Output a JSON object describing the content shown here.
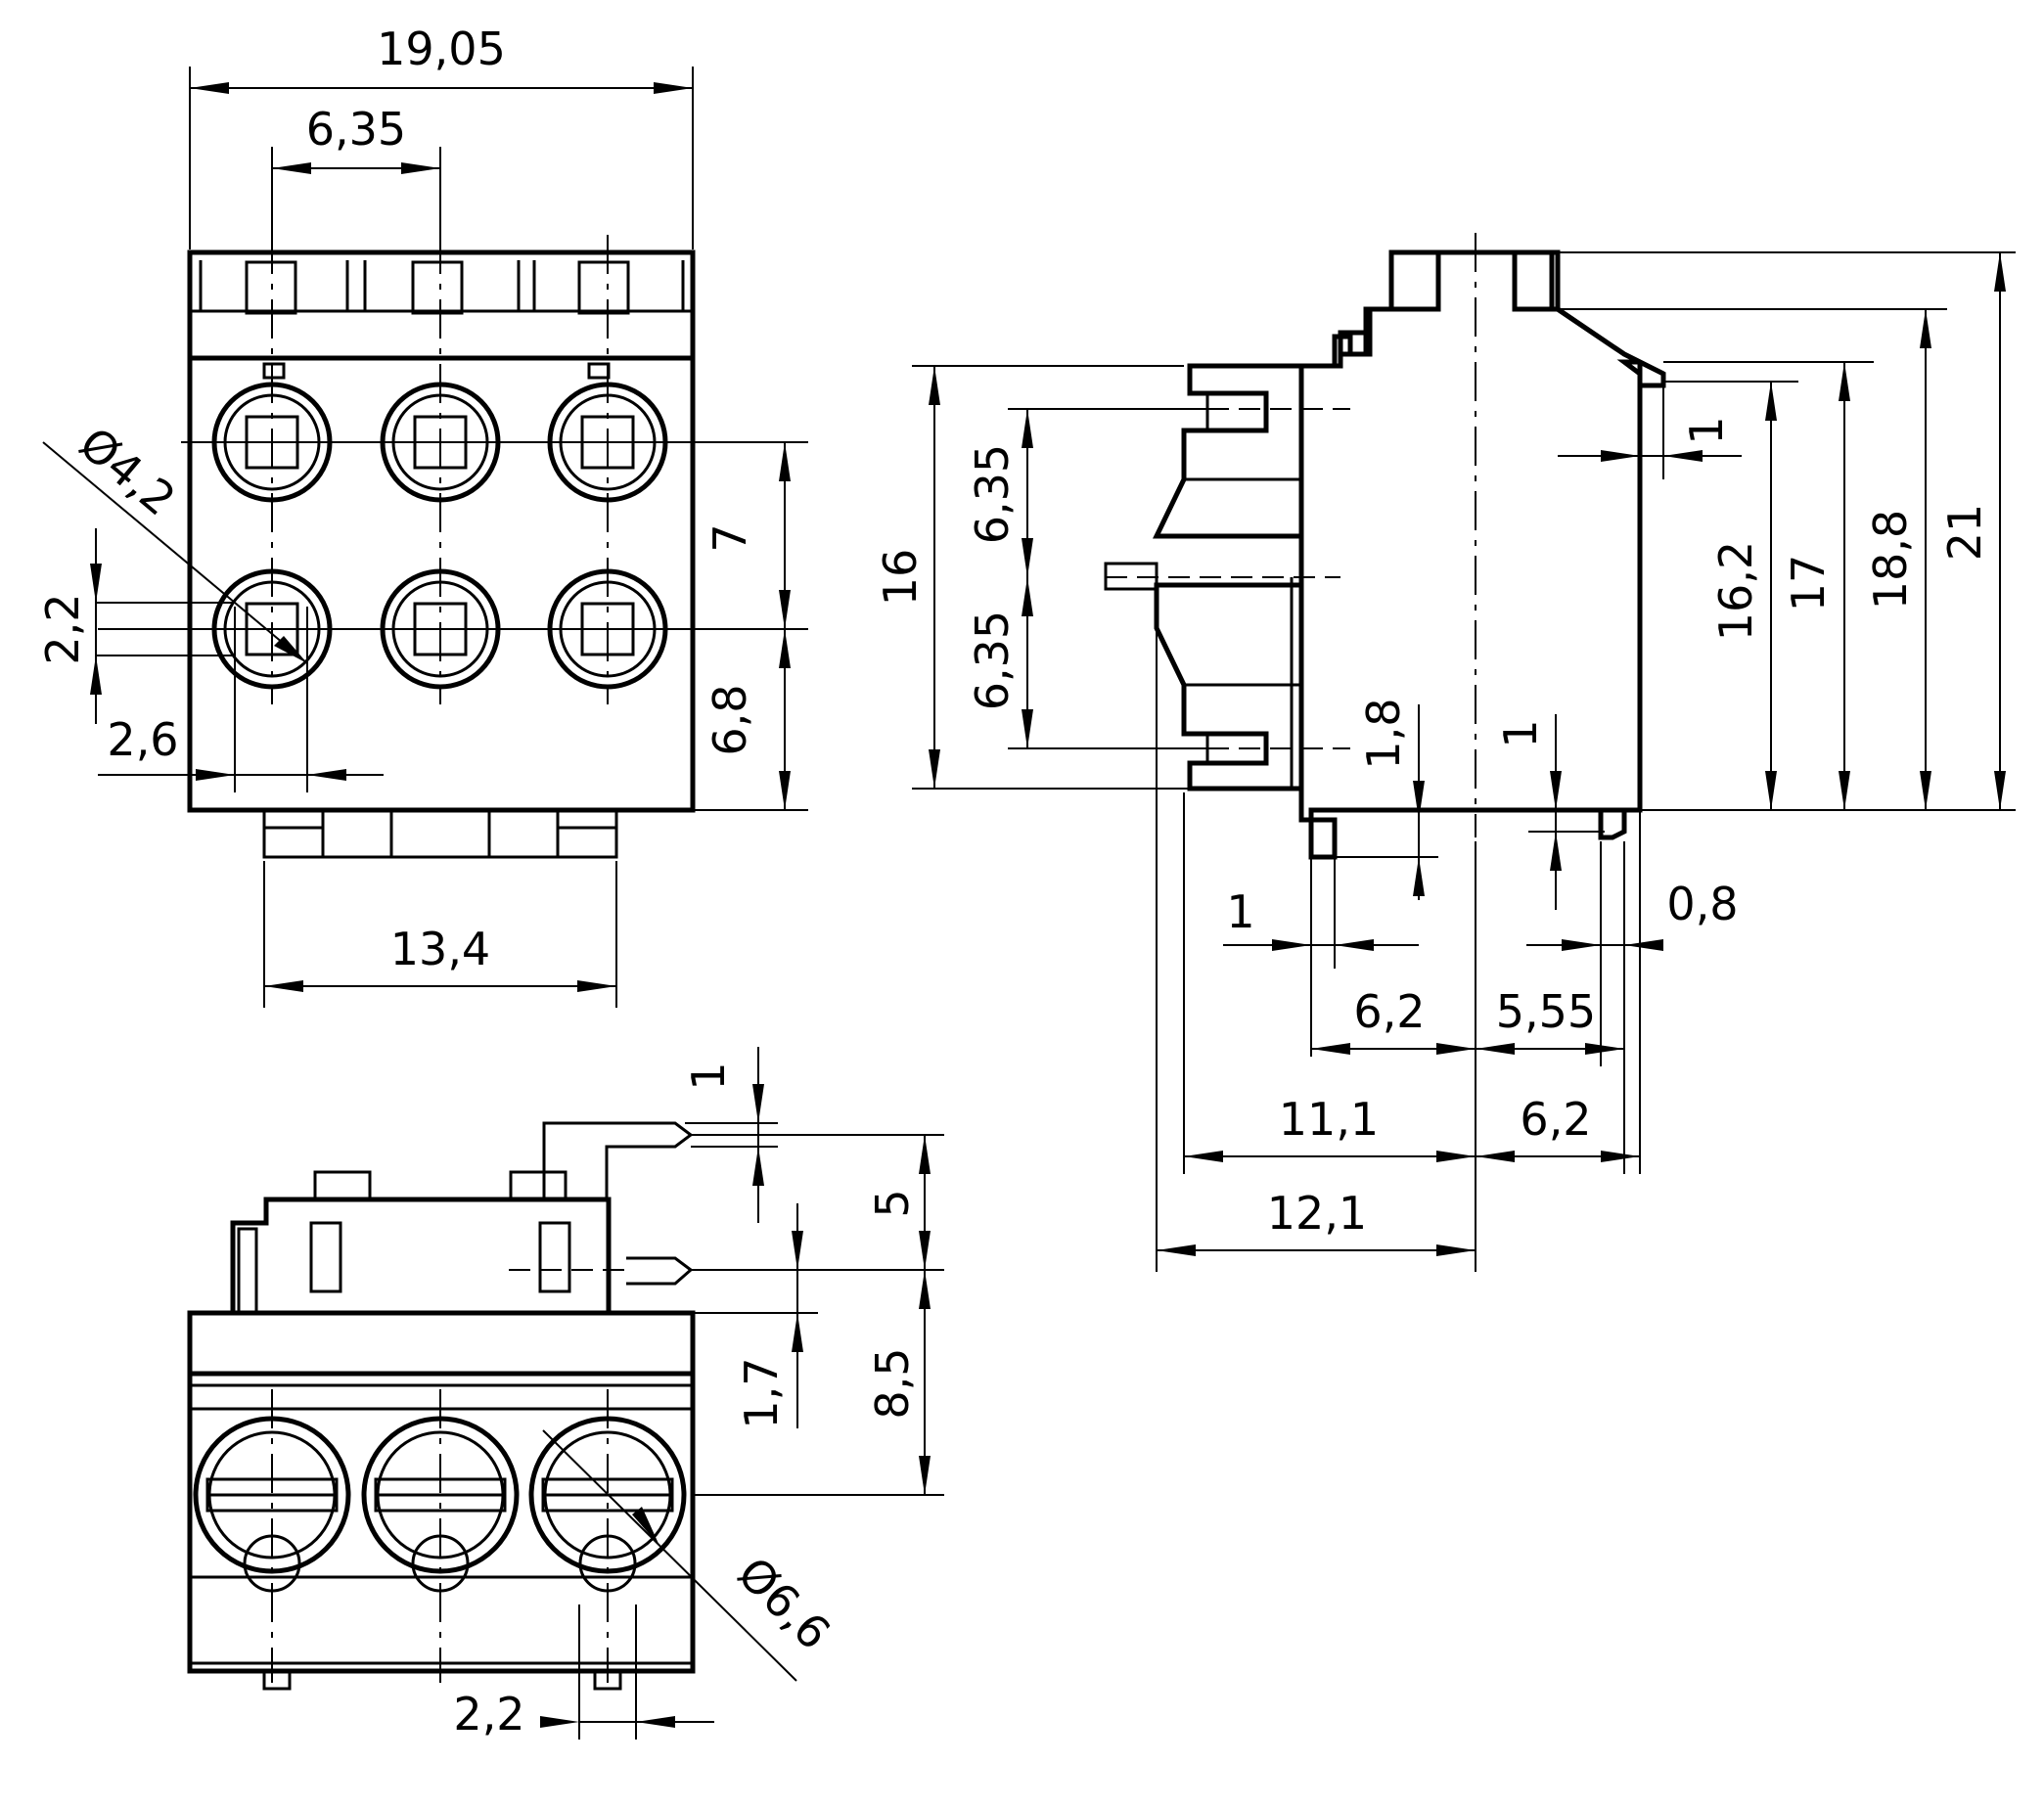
{
  "drawing": {
    "front_view": {
      "dim_width_total": "19,05",
      "dim_pitch": "6,35",
      "dim_hole_dia": "Ø4,2",
      "dim_row_spacing": "7",
      "dim_lower_offset": "6,8",
      "dim_square": "2,2",
      "dim_square_width": "2,6",
      "dim_pin_span": "13,4"
    },
    "side_view": {
      "dim_height_front": "16",
      "dim_pitch_upper": "6,35",
      "dim_pitch_lower": "6,35",
      "dim_pin_len": "1,8",
      "dim_pin_len_right": "1",
      "dim_wall": "1",
      "dim_h_16_2": "16,2",
      "dim_h_17": "17",
      "dim_h_18_8": "18,8",
      "dim_h_21": "21",
      "dim_pin_w": "1",
      "dim_pin_w_right": "0,8",
      "dim_6_2_left": "6,2",
      "dim_5_55": "5,55",
      "dim_11_1": "11,1",
      "dim_6_2_right": "6,2",
      "dim_12_1": "12,1"
    },
    "bottom_view": {
      "dim_pin_thickness": "1",
      "dim_5": "5",
      "dim_8_5": "8,5",
      "dim_1_7": "1,7",
      "dim_dia_6_6": "Ø6,6",
      "dim_2_2": "2,2"
    }
  }
}
